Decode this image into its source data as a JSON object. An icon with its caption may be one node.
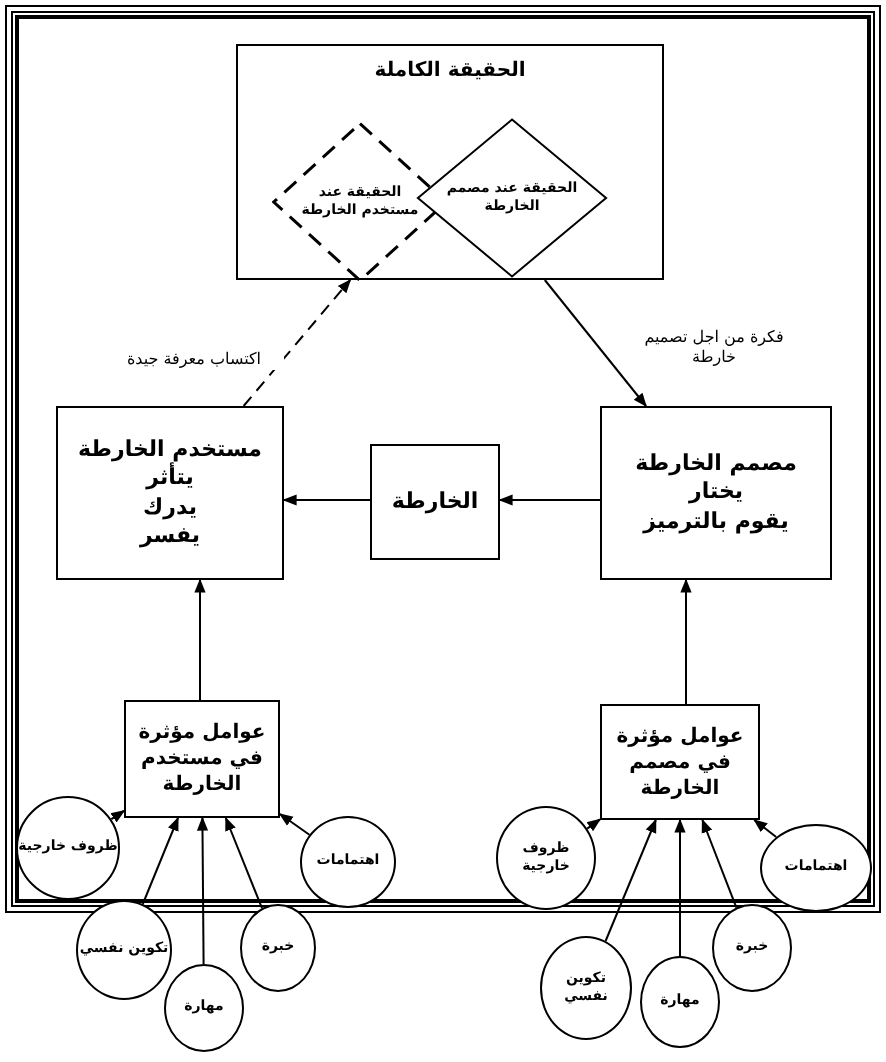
{
  "diagram": {
    "nodes": [
      {
        "text": [
          "الحقيقة الكاملة"
        ]
      },
      {
        "text": [
          "الحقيقة عند مستخدم الخارطة"
        ],
        "in": 0
      },
      {
        "text": [
          "الحقيقة عند مصمم الخارطة"
        ],
        "in": 0
      },
      {
        "text": [
          "مستخدم الخارطة",
          "يتأثر",
          "يدرك",
          "يفسر"
        ]
      },
      {
        "text": [
          "الخارطة"
        ]
      },
      {
        "text": [
          "مصمم الخارطة",
          "يختار",
          "يقوم بالترميز"
        ]
      },
      {
        "text": [
          "عوامل مؤثرة في مستخدم الخارطة"
        ]
      },
      {
        "text": [
          "عوامل مؤثرة في مصمم الخارطة"
        ]
      },
      {
        "text": [
          "ظروف خارجية"
        ]
      },
      {
        "text": [
          "تكوين نفسي"
        ]
      },
      {
        "text": [
          "مهارة"
        ]
      },
      {
        "text": [
          "خبرة"
        ]
      },
      {
        "text": [
          "اهتمامات"
        ]
      },
      {
        "text": [
          "ظروف خارجية"
        ]
      },
      {
        "text": [
          "تكوين نفسي"
        ]
      },
      {
        "text": [
          "مهارة"
        ]
      },
      {
        "text": [
          "خبرة"
        ]
      },
      {
        "text": [
          "اهتمامات"
        ]
      }
    ],
    "edges": [
      {
        "from": 5,
        "to": 4,
        "arrow": "to"
      },
      {
        "from": 4,
        "to": 3,
        "arrow": "to"
      },
      {
        "from": 3,
        "to": 0,
        "arrow": "to",
        "label": "اكتساب معرفة جيدة",
        "style": "dashed"
      },
      {
        "from": 0,
        "to": 5,
        "arrow": "to",
        "label": "فكرة من اجل تصميم خارطة"
      },
      {
        "from": 6,
        "to": 3,
        "arrow": "to"
      },
      {
        "from": 7,
        "to": 5,
        "arrow": "to"
      },
      {
        "from": 8,
        "to": 6,
        "arrow": "to"
      },
      {
        "from": 9,
        "to": 6,
        "arrow": "to"
      },
      {
        "from": 10,
        "to": 6,
        "arrow": "to"
      },
      {
        "from": 11,
        "to": 6,
        "arrow": "to"
      },
      {
        "from": 12,
        "to": 6,
        "arrow": "to"
      },
      {
        "from": 13,
        "to": 7,
        "arrow": "to"
      },
      {
        "from": 14,
        "to": 7,
        "arrow": "to"
      },
      {
        "from": 15,
        "to": 7,
        "arrow": "to"
      },
      {
        "from": 16,
        "to": 7,
        "arrow": "to"
      },
      {
        "from": 17,
        "to": 7,
        "arrow": "to"
      }
    ]
  }
}
